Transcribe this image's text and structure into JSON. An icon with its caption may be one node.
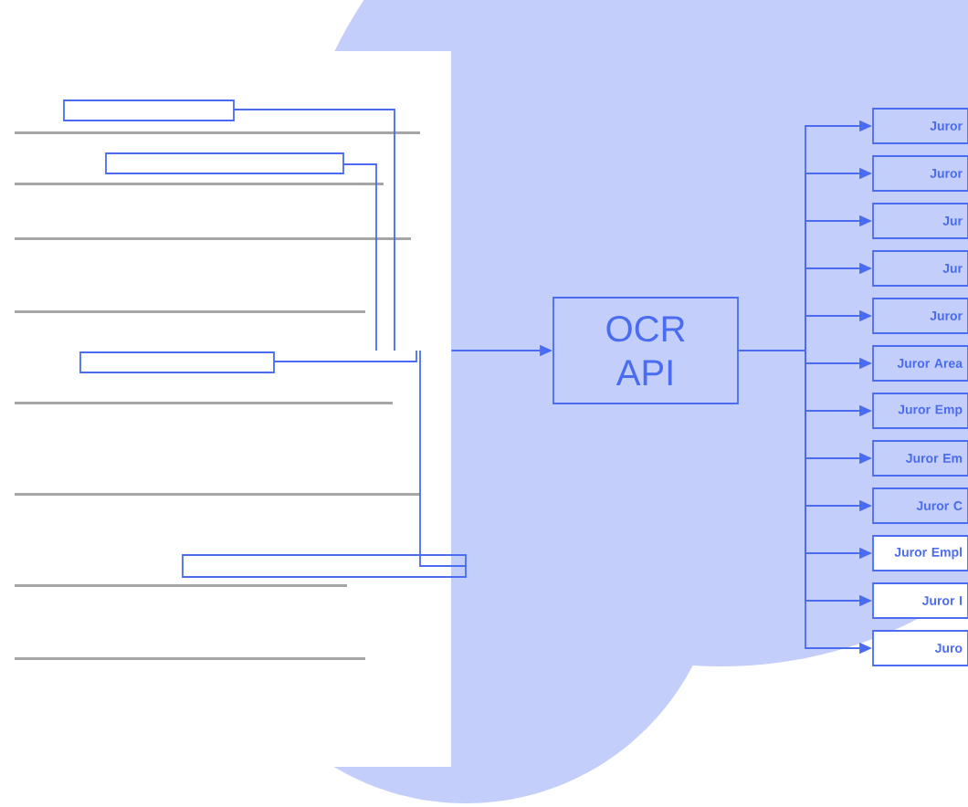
{
  "diagram": {
    "nodes": [
      {
        "text": [],
        "shape": "picture"
      },
      {
        "text": [
          "OCR API"
        ]
      },
      {
        "text": [
          "Juror"
        ]
      },
      {
        "text": [
          "Juror"
        ]
      },
      {
        "text": [
          "Jur"
        ]
      },
      {
        "text": [
          "Jur"
        ]
      },
      {
        "text": [
          "Juror"
        ]
      },
      {
        "text": [
          "Juror Area"
        ]
      },
      {
        "text": [
          "Juror Emp"
        ]
      },
      {
        "text": [
          "Juror Em"
        ]
      },
      {
        "text": [
          "Juror C"
        ]
      },
      {
        "text": [
          "Juror Empl"
        ]
      },
      {
        "text": [
          "Juror I"
        ]
      },
      {
        "text": [
          "Juro"
        ]
      }
    ],
    "edges": [
      {
        "from": 0,
        "to": 1,
        "arrow": "to"
      },
      {
        "from": 1,
        "to": 2,
        "arrow": "to"
      },
      {
        "from": 1,
        "to": 3,
        "arrow": "to"
      },
      {
        "from": 1,
        "to": 4,
        "arrow": "to"
      },
      {
        "from": 1,
        "to": 5,
        "arrow": "to"
      },
      {
        "from": 1,
        "to": 6,
        "arrow": "to"
      },
      {
        "from": 1,
        "to": 7,
        "arrow": "to"
      },
      {
        "from": 1,
        "to": 8,
        "arrow": "to"
      },
      {
        "from": 1,
        "to": 9,
        "arrow": "to"
      },
      {
        "from": 1,
        "to": 10,
        "arrow": "to"
      },
      {
        "from": 1,
        "to": 11,
        "arrow": "to"
      },
      {
        "from": 1,
        "to": 12,
        "arrow": "to"
      },
      {
        "from": 1,
        "to": 13,
        "arrow": "to"
      }
    ]
  }
}
